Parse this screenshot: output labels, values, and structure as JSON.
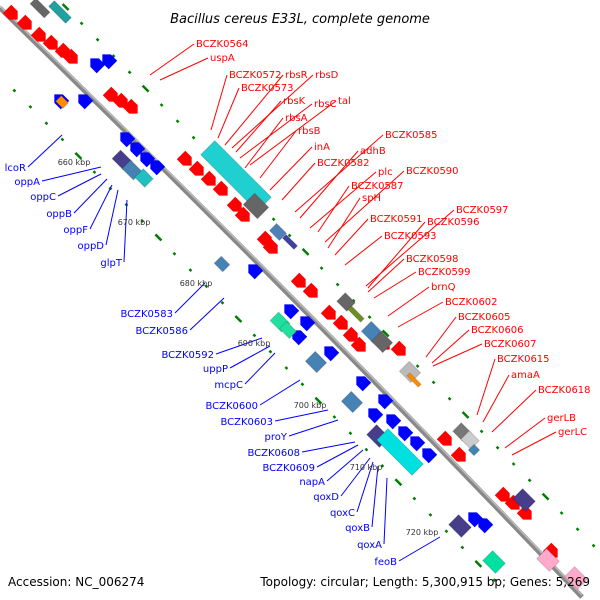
{
  "title": "Bacillus cereus E33L, complete genome",
  "footer": {
    "accession": "Accession: NC_006274",
    "summary": "Topology: circular; Length: 5,300,915 bp; Genes: 5,269"
  },
  "colors": {
    "forward_gene": "#ff0000",
    "reverse_gene": "#0000ff",
    "backbone": "#808080",
    "gc_marks": "#008000"
  },
  "kbp_ticks": [
    "660 kbp",
    "670 kbp",
    "680 kbp",
    "690 kbp",
    "700 kbp",
    "710 kbp",
    "720 kbp"
  ],
  "forward_labels": [
    "BCZK0564",
    "uspA",
    "BCZK0572",
    "rbsR",
    "rbsD",
    "BCZK0573",
    "rbsK",
    "rbsC",
    "tal",
    "rbsA",
    "rbsB",
    "inA",
    "BCZK0582",
    "BCZK0585",
    "adhB",
    "plc",
    "BCZK0587",
    "BCZK0590",
    "spH",
    "BCZK0591",
    "BCZK0597",
    "BCZK0596",
    "BCZK0593",
    "BCZK0598",
    "BCZK0599",
    "brnQ",
    "BCZK0602",
    "BCZK0605",
    "BCZK0606",
    "BCZK0607",
    "BCZK0615",
    "amaA",
    "BCZK0618",
    "gerLB",
    "gerLC"
  ],
  "reverse_labels": [
    "lcoR",
    "oppA",
    "oppC",
    "oppB",
    "oppF",
    "oppD",
    "glpT",
    "BCZK0583",
    "BCZK0586",
    "BCZK0592",
    "uppP",
    "mcpC",
    "BCZK0600",
    "BCZK0603",
    "proY",
    "BCZK0608",
    "BCZK0609",
    "napA",
    "qoxD",
    "qoxC",
    "qoxB",
    "qoxA",
    "feoB"
  ]
}
